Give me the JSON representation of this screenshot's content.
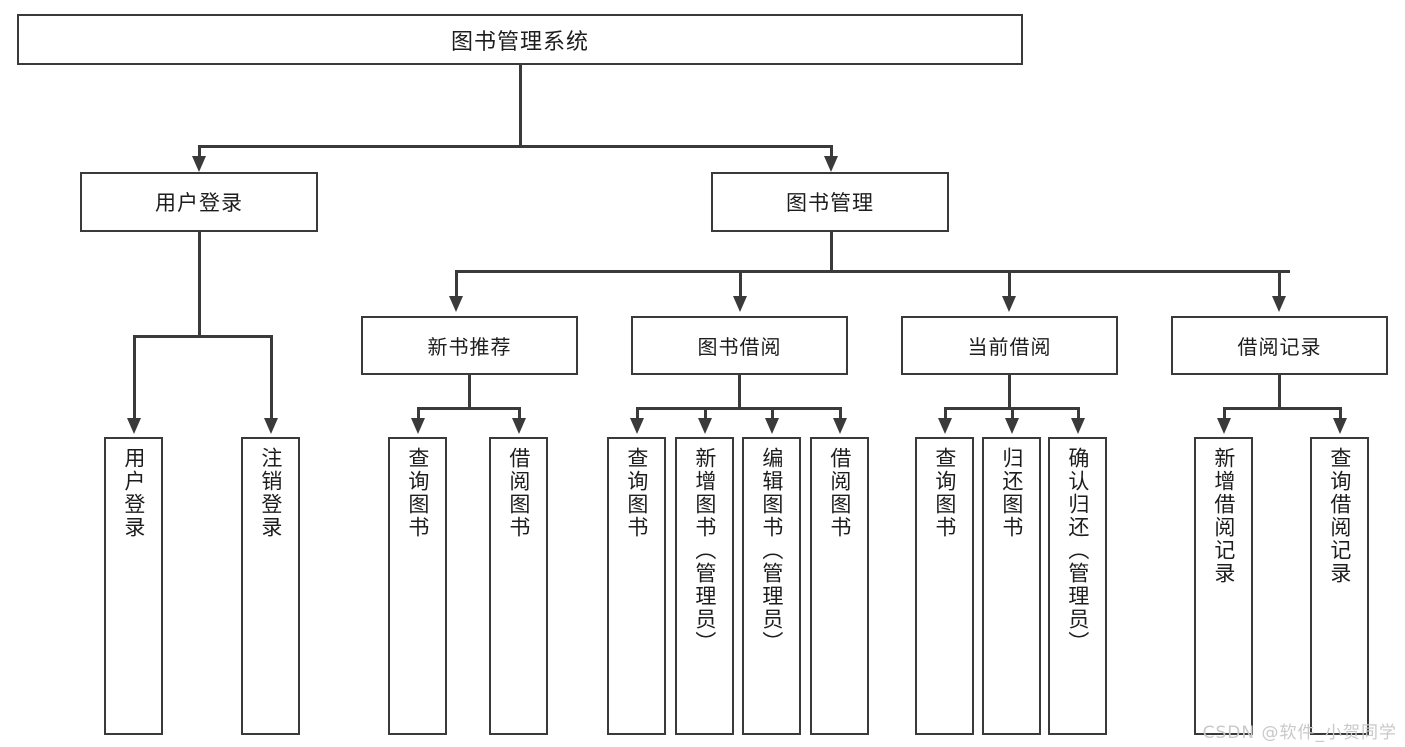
{
  "diagram": {
    "type": "tree",
    "title": "图书管理系统",
    "root": {
      "label": "图书管理系统"
    },
    "level1": [
      {
        "label": "用户登录"
      },
      {
        "label": "图书管理"
      }
    ],
    "level2": [
      {
        "label": "新书推荐"
      },
      {
        "label": "图书借阅"
      },
      {
        "label": "当前借阅"
      },
      {
        "label": "借阅记录"
      }
    ],
    "leaves": {
      "user_login": [
        {
          "label": "用户登录"
        },
        {
          "label": "注销登录"
        }
      ],
      "new_book_recommend": [
        {
          "label": "查询图书"
        },
        {
          "label": "借阅图书"
        }
      ],
      "book_borrow": [
        {
          "label": "查询图书"
        },
        {
          "label": "新增图书（管理员）"
        },
        {
          "label": "编辑图书（管理员）"
        },
        {
          "label": "借阅图书"
        }
      ],
      "current_borrow": [
        {
          "label": "查询图书"
        },
        {
          "label": "归还图书"
        },
        {
          "label": "确认归还（管理员）"
        }
      ],
      "borrow_record": [
        {
          "label": "新增借阅记录"
        },
        {
          "label": "查询借阅记录"
        }
      ]
    }
  },
  "watermark": {
    "text": "CSDN @软件_小贺同学"
  },
  "colors": {
    "stroke": "#3a3a3a",
    "fill": "#ffffff",
    "text": "#1d1d1d",
    "watermark": "#c9c9c9"
  }
}
